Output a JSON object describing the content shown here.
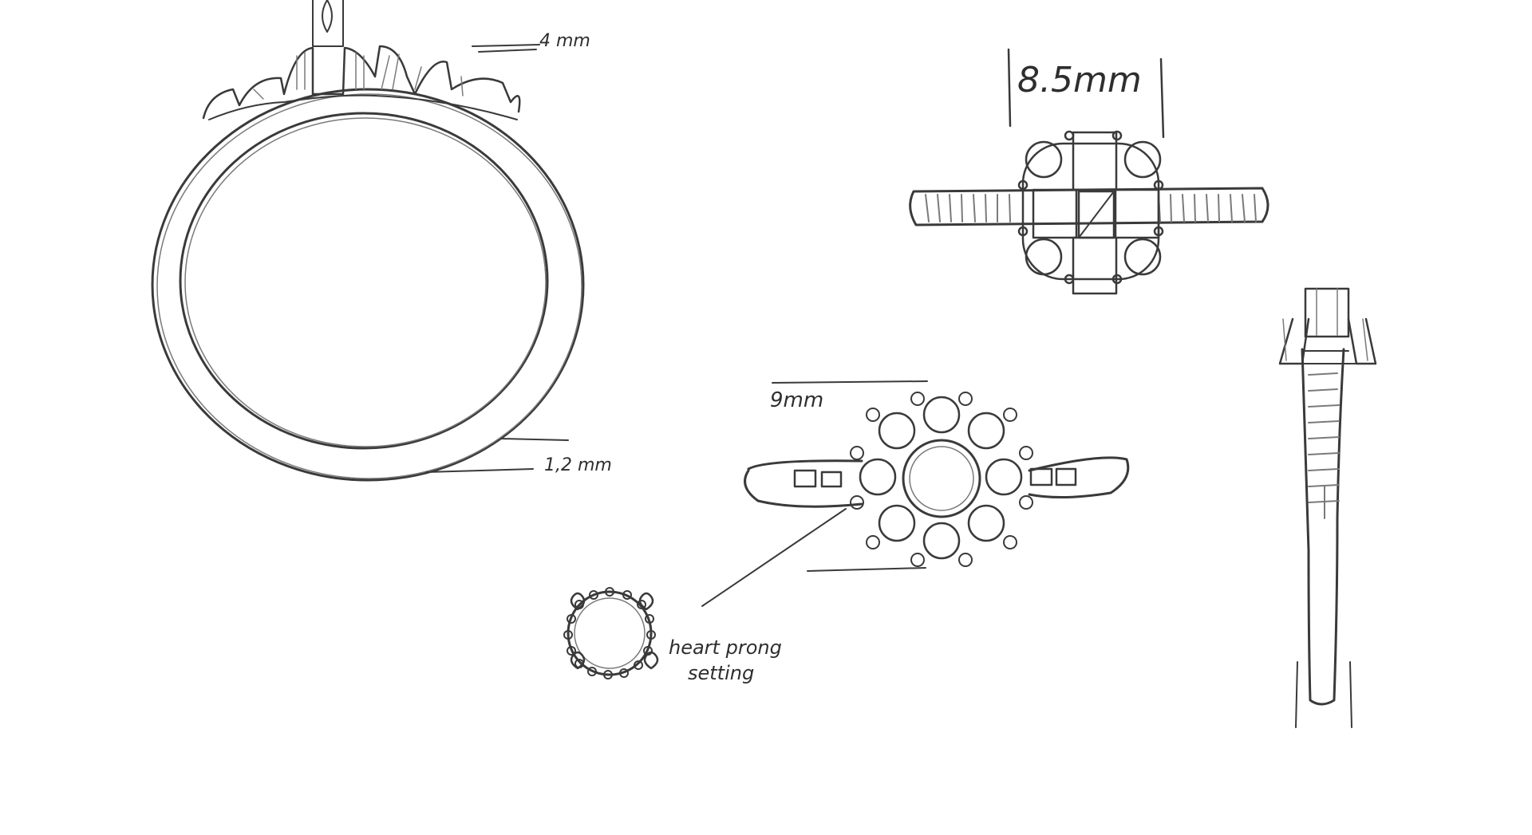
{
  "colors": {
    "paper": "#ffffff",
    "graphite": "#3a3a3a",
    "graphite_light": "#7a7a7a"
  },
  "annotations": {
    "shank_top_width": "4 mm",
    "shank_bottom_width": "1,2 mm",
    "head_width_top_view": "8.5mm",
    "head_width_front_view": "9mm",
    "detail_label_line1": "heart prong",
    "detail_label_line2": "setting"
  }
}
